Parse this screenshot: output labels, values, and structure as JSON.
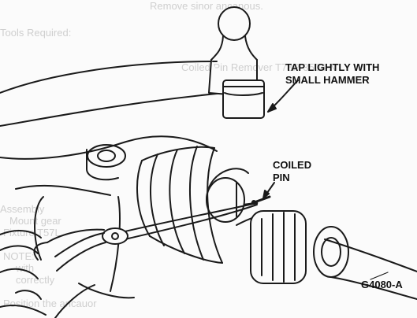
{
  "callouts": {
    "hammer_line1": "TAP LIGHTLY WITH",
    "hammer_line2": "SMALL HAMMER",
    "pin_line1": "COILED",
    "pin_line2": "PIN",
    "figure_id": "G4080-A"
  },
  "bleed_through": [
    "Remove sinor ancanous.",
    "Tools Required:",
    "Coiled Pin Remover T78P-3504-N",
    "Assembly",
    "Mount gear",
    "Fixture T57L",
    "NOTE:",
    "with",
    "correctly",
    "Position the ancauor"
  ],
  "colors": {
    "line": "#1a1a1a",
    "background": "#fbfbfb",
    "bleed_text": "#cfcfcf"
  }
}
